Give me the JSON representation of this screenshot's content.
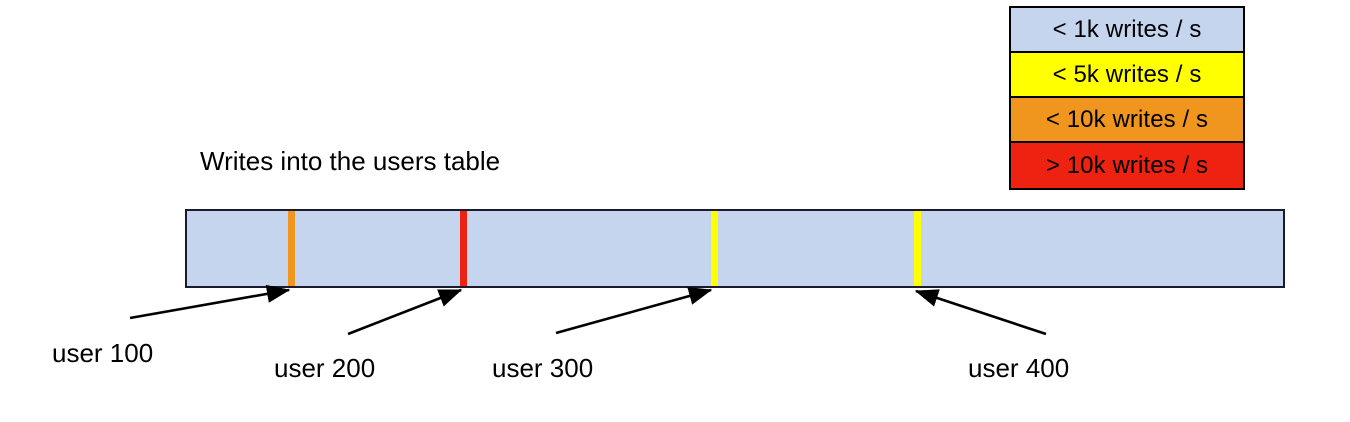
{
  "chart_data": {
    "type": "diagram",
    "title": "Writes into the users table",
    "description": "A horizontal bar representing the users table, partitioned by user id, with colored stripes marking hot rows by write rate.",
    "legend": {
      "position": "top-right",
      "entries": [
        {
          "label": "< 1k writes / s",
          "color": "#c5d5ed",
          "threshold": 1000,
          "comparator": "<"
        },
        {
          "label": "< 5k writes / s",
          "color": "#ffff00",
          "threshold": 5000,
          "comparator": "<"
        },
        {
          "label": "< 10k writes / s",
          "color": "#f0961e",
          "threshold": 10000,
          "comparator": "<"
        },
        {
          "label": "> 10k writes / s",
          "color": "#ee2211",
          "threshold": 10000,
          "comparator": ">"
        }
      ]
    },
    "bar": {
      "fill_color": "#c5d5ed",
      "border_color": "#1b1b2f",
      "baseline_band": "< 1k writes / s"
    },
    "markers": [
      {
        "label": "user 100",
        "color": "#f0961e",
        "band": "< 10k writes / s",
        "position_pct": 9.6
      },
      {
        "label": "user 200",
        "color": "#ee2211",
        "band": "> 10k writes / s",
        "position_pct": 25.2
      },
      {
        "label": "user 300",
        "color": "#ffff00",
        "band": "< 5k writes / s",
        "position_pct": 47.9
      },
      {
        "label": "user 400",
        "color": "#ffff00",
        "band": "< 5k writes / s",
        "position_pct": 66.4
      }
    ],
    "xlabel": "",
    "ylabel": "",
    "grid": false
  },
  "legend": {
    "rows": [
      {
        "label": "< 1k writes / s"
      },
      {
        "label": "< 5k writes / s"
      },
      {
        "label": "< 10k writes / s"
      },
      {
        "label": "> 10k writes / s"
      }
    ]
  },
  "diagram": {
    "title": "Writes into the users table",
    "markers": [
      {
        "label": "user 100"
      },
      {
        "label": "user 200"
      },
      {
        "label": "user 300"
      },
      {
        "label": "user 400"
      }
    ]
  }
}
